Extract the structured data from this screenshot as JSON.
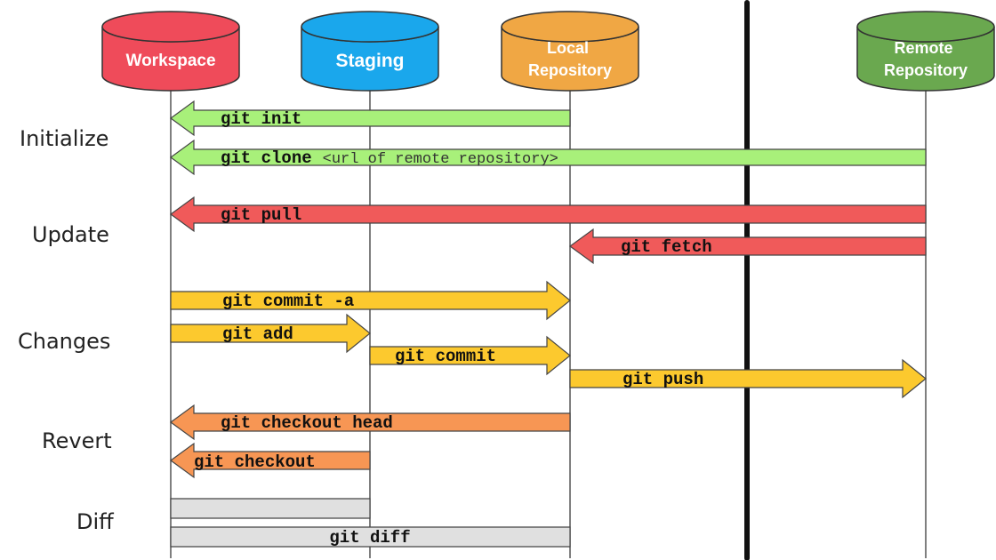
{
  "repositories": [
    {
      "id": "workspace",
      "label_lines": [
        "Workspace"
      ],
      "color": "#ef4b5a"
    },
    {
      "id": "staging",
      "label_lines": [
        "Staging"
      ],
      "color": "#1aa7ec"
    },
    {
      "id": "local",
      "label_lines": [
        "Local",
        "Repository"
      ],
      "color": "#f0a744"
    },
    {
      "id": "remote",
      "label_lines": [
        "Remote",
        "Repository"
      ],
      "color": "#6aa84f"
    }
  ],
  "row_labels": {
    "initialize": "Initialize",
    "update": "Update",
    "changes": "Changes",
    "revert": "Revert",
    "diff": "Diff"
  },
  "commands": [
    {
      "id": "git-init",
      "command": "git init",
      "arg": "",
      "from": "local",
      "to": "workspace",
      "color": "#a8f07a"
    },
    {
      "id": "git-clone",
      "command": "git clone",
      "arg": "<url of remote repository>",
      "from": "remote",
      "to": "workspace",
      "color": "#a8f07a"
    },
    {
      "id": "git-pull",
      "command": "git pull",
      "arg": "",
      "from": "remote",
      "to": "workspace",
      "color": "#f05a5a"
    },
    {
      "id": "git-fetch",
      "command": "git fetch",
      "arg": "",
      "from": "remote",
      "to": "local",
      "color": "#f05a5a"
    },
    {
      "id": "git-commit-a",
      "command": "git commit -a",
      "arg": "",
      "from": "workspace",
      "to": "local",
      "color": "#fcc92e"
    },
    {
      "id": "git-add",
      "command": "git add",
      "arg": "",
      "from": "workspace",
      "to": "staging",
      "color": "#fcc92e"
    },
    {
      "id": "git-commit",
      "command": "git commit",
      "arg": "",
      "from": "staging",
      "to": "local",
      "color": "#fcc92e"
    },
    {
      "id": "git-push",
      "command": "git push",
      "arg": "",
      "from": "local",
      "to": "remote",
      "color": "#fcc92e"
    },
    {
      "id": "git-checkout-head",
      "command": "git checkout head",
      "arg": "",
      "from": "local",
      "to": "workspace",
      "color": "#f79654"
    },
    {
      "id": "git-checkout",
      "command": "git checkout",
      "arg": "",
      "from": "staging",
      "to": "workspace",
      "color": "#f79654"
    },
    {
      "id": "git-diff-staging",
      "command": "",
      "arg": "",
      "from": "workspace",
      "to": "staging",
      "color": "#e0e0e0"
    },
    {
      "id": "git-diff",
      "command": "git diff",
      "arg": "",
      "from": "workspace",
      "to": "local",
      "color": "#e0e0e0"
    }
  ],
  "colors": {
    "lifeline": "#555555",
    "separator": "#111111",
    "outline": "#333333",
    "diff_box": "#e0e0e0"
  }
}
